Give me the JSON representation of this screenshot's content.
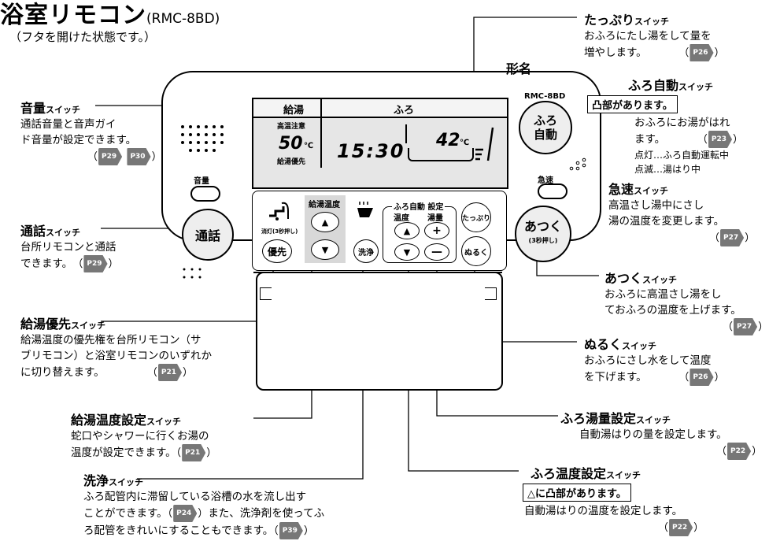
{
  "header": {
    "title": "浴室リモコン",
    "model": "(RMC-8BD)",
    "subtitle": "（フタを開けた状態です。）"
  },
  "device": {
    "model_label": "形名",
    "model_text": "RMC-8BD",
    "lcd": {
      "tab_kyuto": "給湯",
      "tab_furo": "ふろ",
      "warning": "高温注意",
      "temp_left": "50",
      "unit_left": "℃",
      "priority": "給湯優先",
      "clock": "15:30",
      "temp_right": "42",
      "unit_right": "℃"
    },
    "buttons": {
      "volume": "音量",
      "talk": "通話",
      "priority": "優先",
      "priority_top": "消灯(3秒押し)",
      "kyuto_temp": "給湯温度",
      "wash": "洗浄",
      "auto_setting": "ふろ自動 設定",
      "temp": "温度",
      "amount": "湯量",
      "tappuri": "たっぷり",
      "nuruku": "ぬるく",
      "furo_auto_1": "ふろ",
      "furo_auto_2": "自動",
      "kyusoku": "急速",
      "atsuku": "あつく",
      "atsuku_sub": "(3秒押し)"
    }
  },
  "callouts": {
    "volume": {
      "name": "音量",
      "suffix": "スイッチ",
      "desc": [
        "通話音量と音声ガイ",
        "ド音量が設定できます。"
      ],
      "refs": [
        "P29",
        "P30"
      ]
    },
    "talk": {
      "name": "通話",
      "suffix": "スイッチ",
      "desc": [
        "台所リモコンと通話",
        "できます。"
      ],
      "refs": [
        "P29"
      ]
    },
    "priority": {
      "name": "給湯優先",
      "suffix": "スイッチ",
      "desc": [
        "給湯温度の優先権を台所リモコン（サ",
        "ブリモコン）と浴室リモコンのいずれか",
        "に切り替えます。"
      ],
      "refs": [
        "P21"
      ]
    },
    "kyuto_temp": {
      "name": "給湯温度設定",
      "suffix": "スイッチ",
      "desc": [
        "蛇口やシャワーに行くお湯の",
        "温度が設定できます。"
      ],
      "refs": [
        "P21"
      ]
    },
    "wash": {
      "name": "洗浄",
      "suffix": "スイッチ",
      "desc": [
        "ふろ配管内に滞留している浴槽の水を流し出す",
        "ことができます。",
        "また、洗浄剤を使ってふ",
        "ろ配管をきれいにすることもできます。"
      ],
      "refs": [
        "P24",
        "P39"
      ]
    },
    "tappuri": {
      "name": "たっぷり",
      "suffix": "スイッチ",
      "desc": [
        "おふろにたし湯をして量を",
        "増やします。"
      ],
      "refs": [
        "P26"
      ]
    },
    "furo_auto": {
      "name": "ふろ自動",
      "suffix": "スイッチ",
      "box": "凸部があります。",
      "desc": [
        "おふろにお湯がはれ",
        "ます。"
      ],
      "refs": [
        "P23"
      ],
      "notes": [
        "点灯…ふろ自動運転中",
        "点滅…湯はり中"
      ]
    },
    "kyusoku": {
      "name": "急速",
      "suffix": "スイッチ",
      "desc": [
        "高温さし湯中にさし",
        "湯の温度を変更します。"
      ],
      "refs": [
        "P27"
      ]
    },
    "atsuku": {
      "name": "あつく",
      "suffix": "スイッチ",
      "desc": [
        "おふろに高温さし湯をし",
        "ておふろの温度を上げます。"
      ],
      "refs": [
        "P27"
      ]
    },
    "nuruku": {
      "name": "ぬるく",
      "suffix": "スイッチ",
      "desc": [
        "おふろにさし水をして温度",
        "を下げます。"
      ],
      "refs": [
        "P26"
      ]
    },
    "furo_amount": {
      "name": "ふろ湯量設定",
      "suffix": "スイッチ",
      "desc": [
        "自動湯はりの量を設定します。"
      ],
      "refs": [
        "P22"
      ]
    },
    "furo_temp": {
      "name": "ふろ温度設定",
      "suffix": "スイッチ",
      "box": "△に凸部があります。",
      "desc": [
        "自動湯はりの温度を設定します。"
      ],
      "refs": [
        "P22"
      ]
    }
  }
}
